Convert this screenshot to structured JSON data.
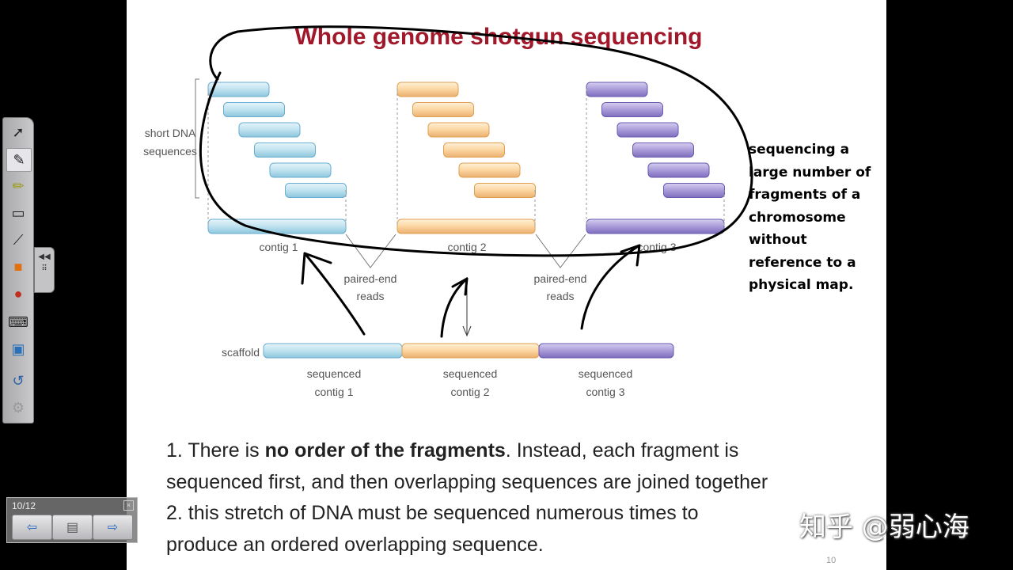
{
  "slide": {
    "title": "Whole genome shotgun sequencing",
    "diagram": {
      "short_dna_label": [
        "short DNA",
        "sequences"
      ],
      "contigs": [
        "contig 1",
        "contig 2",
        "contig 3"
      ],
      "paired_end": [
        [
          "paired-end",
          "reads"
        ],
        [
          "paired-end",
          "reads"
        ]
      ],
      "scaffold_label": "scaffold",
      "sequenced_contigs": [
        [
          "sequenced",
          "contig 1"
        ],
        [
          "sequenced",
          "contig 2"
        ],
        [
          "sequenced",
          "contig 3"
        ]
      ],
      "colors": {
        "blue": "#bfe2ef",
        "orange": "#fbd5a0",
        "purple": "#a99bd8",
        "title": "#a0182a"
      }
    },
    "side_text": [
      "sequencing a",
      "large number of",
      "fragments of a",
      "chromosome",
      "without",
      "reference to a",
      "physical map."
    ],
    "points": {
      "p1_prefix": "1. There is ",
      "p1_bold": "no order of  the fragments",
      "p1_rest": ". Instead, each fragment is",
      "p1_line2": "sequenced first, and then overlapping sequences are joined together",
      "p2_line1": "2. this stretch of DNA must be sequenced numerous times to",
      "p2_line2": "produce an ordered overlapping sequence."
    },
    "page_number": "10"
  },
  "watermark": "知乎 @弱心海",
  "toolbar": {
    "tools": [
      "select-icon",
      "pen-icon",
      "highlighter-icon",
      "eraser-icon",
      "line-icon",
      "shapes-icon",
      "magic-pen-icon",
      "keyboard-icon",
      "notebook-icon",
      "undo-icon",
      "settings-icon"
    ]
  },
  "pager": {
    "count": "10/12",
    "close": "×"
  }
}
